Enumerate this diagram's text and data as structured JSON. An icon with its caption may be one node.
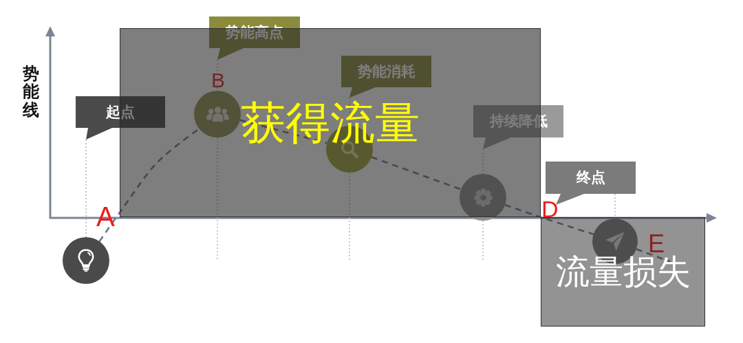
{
  "diagram": {
    "nodes": [
      {
        "text": [
          "起点"
        ]
      },
      {
        "text": [],
        "shape": "circle"
      },
      {
        "text": [
          "势能高点"
        ]
      },
      {
        "text": [
          "获得流量"
        ]
      },
      {
        "text": [],
        "shape": "circle",
        "in": 3
      },
      {
        "text": [
          "势能消耗"
        ],
        "in": 3
      },
      {
        "text": [],
        "shape": "circle",
        "in": 3
      },
      {
        "text": [
          "持续降低"
        ]
      },
      {
        "text": [],
        "shape": "circle",
        "in": 3
      },
      {
        "text": [
          "终点"
        ]
      },
      {
        "text": [
          "流量损失"
        ]
      },
      {
        "text": [],
        "shape": "circle",
        "in": 10
      }
    ],
    "edges": [
      {
        "from": 0,
        "to": 1,
        "arrow": "none",
        "style": "dashed",
        "color": "#b8b8b8"
      },
      {
        "from": 2,
        "to": 4,
        "arrow": "none",
        "style": "dashed",
        "color": "#b8b8b8"
      },
      {
        "from": 5,
        "to": 6,
        "arrow": "none",
        "style": "dashed",
        "color": "#b8b8b8"
      },
      {
        "from": 7,
        "to": 8,
        "arrow": "none",
        "style": "dashed",
        "color": "#b8b8b8"
      },
      {
        "from": 9,
        "to": 11,
        "arrow": "none",
        "style": "dashed",
        "color": "#b8b8b8"
      },
      {
        "from": 1,
        "to": 4,
        "arrow": "none",
        "style": "dashed"
      },
      {
        "from": 4,
        "to": 6,
        "arrow": "none",
        "style": "dashed"
      },
      {
        "from": 6,
        "to": 8,
        "arrow": "none",
        "style": "dashed"
      },
      {
        "from": 8,
        "to": 11,
        "arrow": "none",
        "style": "dashed"
      },
      {
        "from": 11,
        "to": 10,
        "arrow": "none",
        "style": "dashed"
      }
    ],
    "labels": [
      "势能线",
      "A",
      "B",
      "D",
      "E"
    ]
  }
}
